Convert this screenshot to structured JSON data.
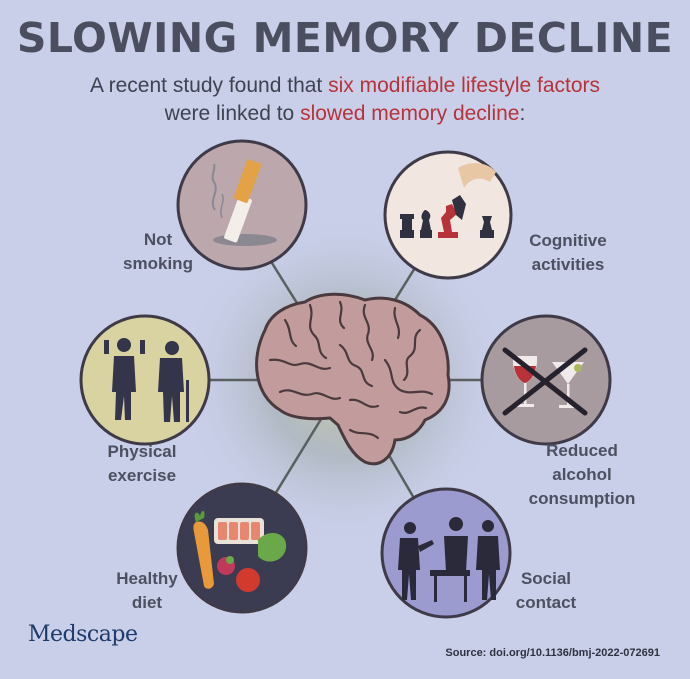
{
  "title": "SLOWING MEMORY DECLINE",
  "subtitle": {
    "line1_pre": "A recent study found that ",
    "line1_highlight": "six modifiable lifestyle factors",
    "line2_pre": "were linked to ",
    "line2_highlight": "slowed memory decline",
    "line2_post": ":"
  },
  "factors": [
    {
      "label": "Not\nsmoking",
      "icon": "cigarette-icon"
    },
    {
      "label": "Cognitive\nactivities",
      "icon": "chess-icon"
    },
    {
      "label": "Physical\nexercise",
      "icon": "exercise-icon"
    },
    {
      "label": "Reduced\nalcohol\nconsumption",
      "icon": "no-alcohol-icon"
    },
    {
      "label": "Healthy\ndiet",
      "icon": "food-icon"
    },
    {
      "label": "Social\ncontact",
      "icon": "people-icon"
    }
  ],
  "center_icon": "brain-icon",
  "logo": "Medscape",
  "source": "Source: doi.org/10.1136/bmj-2022-072691",
  "colors": {
    "background": "#c9cfe9",
    "title": "#4a4e5e",
    "highlight": "#b8323a",
    "brain": "#c29c9c",
    "brain_outline": "#4a3a3e"
  }
}
